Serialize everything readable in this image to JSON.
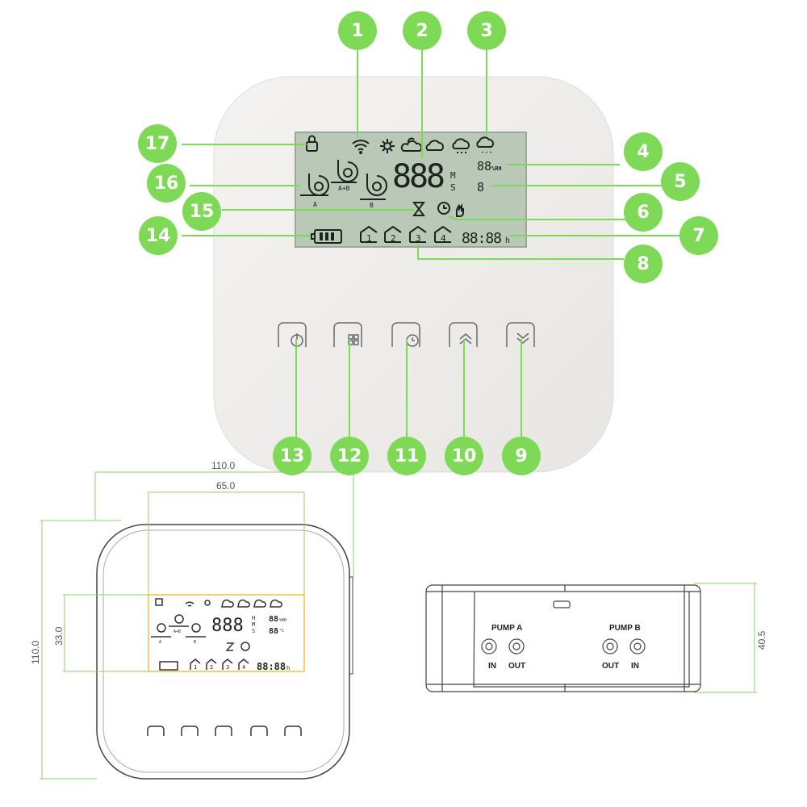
{
  "callouts": [
    "1",
    "2",
    "3",
    "4",
    "5",
    "6",
    "7",
    "8",
    "9",
    "10",
    "11",
    "12",
    "13",
    "14",
    "15",
    "16",
    "17"
  ],
  "lcd": {
    "main_digits": "888",
    "unit_m": "M",
    "unit_s": "S",
    "humidity_digits": "88",
    "humidity_unit": "%RH",
    "single_digit": "8",
    "pump_label_a": "A",
    "pump_label_ab": "A+B",
    "pump_label_b": "B",
    "zones": [
      "1",
      "2",
      "3",
      "4"
    ],
    "time": "88:88",
    "time_unit": "h"
  },
  "front_drawing": {
    "width_dim": "110.0",
    "screen_width_dim": "65.0",
    "screen_height_dim": "33.0",
    "height_dim": "110.0",
    "lcd": {
      "main_digits": "888",
      "unit_h": "H",
      "unit_m": "M",
      "unit_s": "S",
      "humidity": "88",
      "humidity_unit": "%RH",
      "temp": "88",
      "temp_unit": "°C",
      "label_a": "A",
      "label_ab": "A+B",
      "label_b": "B",
      "zones": [
        "1",
        "2",
        "3",
        "4"
      ],
      "time": "88:88",
      "time_unit": "h"
    }
  },
  "side_drawing": {
    "height_dim": "40.5",
    "pump_a": {
      "label": "PUMP A",
      "ports": [
        "IN",
        "OUT"
      ]
    },
    "pump_b": {
      "label": "PUMP B",
      "ports": [
        "OUT",
        "IN"
      ]
    }
  },
  "colors": {
    "accent": "#7ed957",
    "lcd": "#b9c8b7",
    "device": "#efedea",
    "dim_line": "#8fd16b",
    "screen_outline": "#f0c040"
  }
}
